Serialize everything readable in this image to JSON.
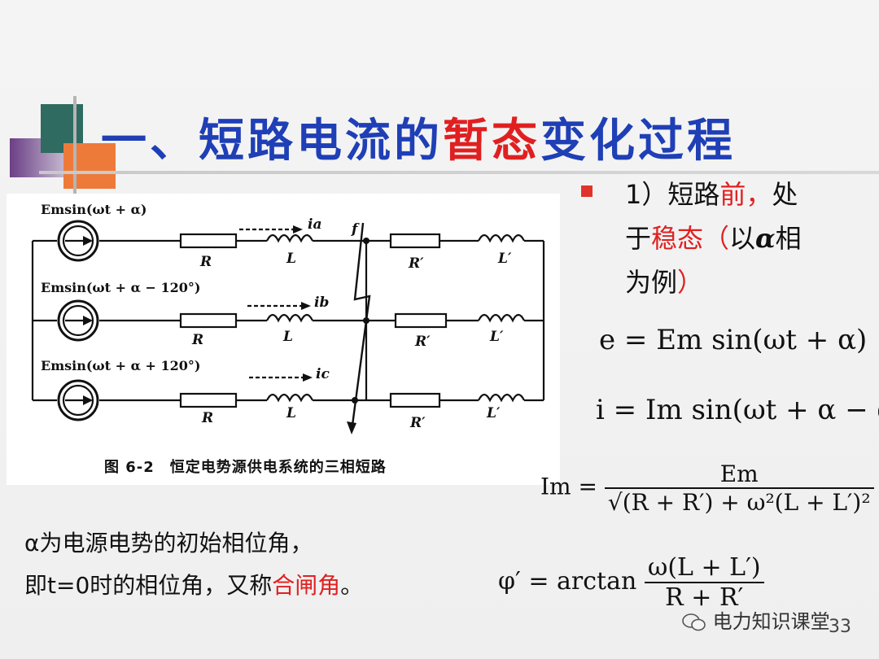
{
  "title": {
    "part1": "一、短路电流的",
    "part2": "暂态",
    "part3": "变化过程"
  },
  "figure": {
    "sources": [
      "Emsin(ωt + α)",
      "Emsin(ωt + α − 120°)",
      "Emsin(ωt + α + 120°)"
    ],
    "currents": [
      "ia",
      "ib",
      "ic"
    ],
    "fault_label": "f",
    "R": "R",
    "L": "L",
    "R_prime": "R′",
    "L_prime": "L′",
    "caption": "图 6-2　恒定电势源供电系统的三相短路"
  },
  "bullet": {
    "line1_a": "1）短路",
    "line1_b": "前，",
    "line1_c": "处",
    "line2_a": "于",
    "line2_b": "稳态（",
    "line2_c": "以",
    "line2_alpha": "α",
    "line2_d": "相",
    "line3_a": "为例",
    "line3_b": "）"
  },
  "formulas": {
    "f1": "e = Em sin(ωt + α)",
    "f2": "i = Im sin(ωt + α − φ′)",
    "f3_lhs": "Im =",
    "f3_num": "Em",
    "f3_den": "√(R + R′) + ω²(L + L′)²",
    "f4_lhs": "φ′ = arctan",
    "f4_num": "ω(L + L′)",
    "f4_den": "R + R′"
  },
  "note": {
    "line1": "α为电源电势的初始相位角，",
    "line2_a": "即t=0时的相位角，又称",
    "line2_b": "合闸角",
    "line2_c": "。"
  },
  "watermark": "电力知识课堂",
  "page_number": "33",
  "colors": {
    "title_blue": "#1f3fb6",
    "accent_red": "#e02020",
    "deco_teal": "#2f6b61",
    "deco_orange": "#ee7a3a"
  }
}
